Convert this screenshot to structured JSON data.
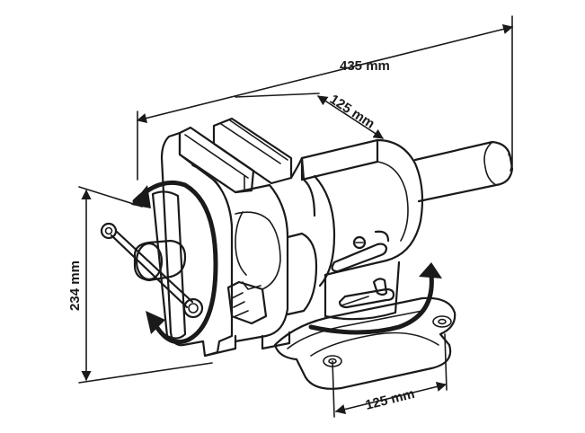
{
  "diagram": {
    "dimensions": {
      "overall_length": "435 mm",
      "jaw_width": "125 mm",
      "base_width": "125 mm",
      "height": "234 mm"
    },
    "colors": {
      "line": "#1a1a1a",
      "background": "#ffffff"
    }
  }
}
